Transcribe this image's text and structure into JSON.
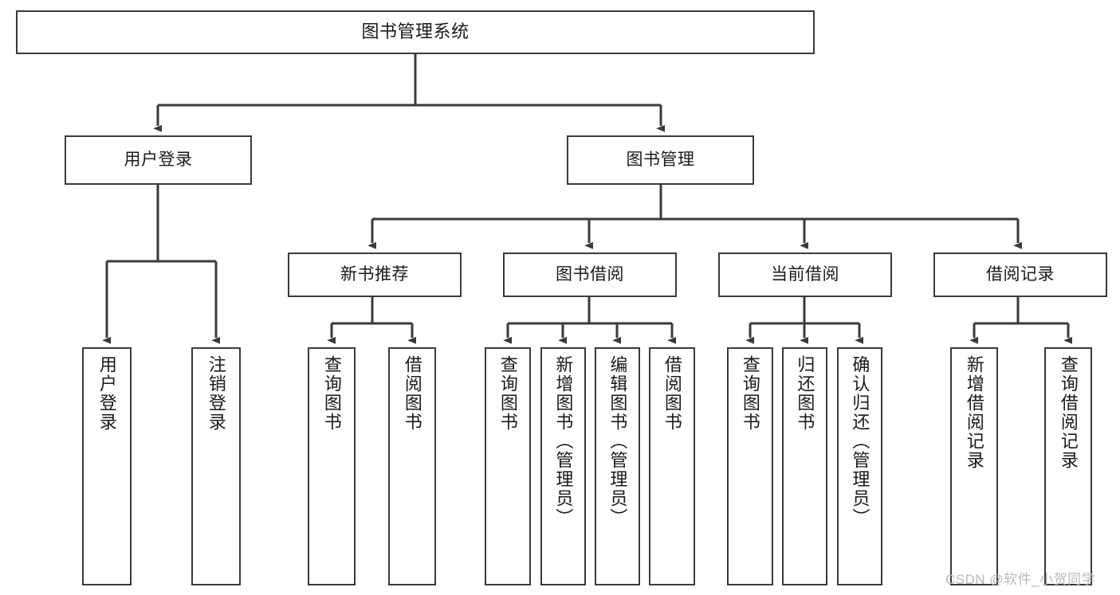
{
  "diagram": {
    "title": "图书管理系统",
    "type": "functional-structure-tree",
    "colors": {
      "box_border": "#3a3a3a",
      "box_fill": "#ffffff",
      "edge": "#3a3a3a",
      "text": "#1a1a1a",
      "watermark": "#b9b9b9"
    },
    "levels": {
      "level0": [
        {
          "id": "root",
          "label": "图书管理系统",
          "orientation": "horizontal"
        }
      ],
      "level1": [
        {
          "id": "user-login",
          "label": "用户登录",
          "orientation": "horizontal"
        },
        {
          "id": "book-manage",
          "label": "图书管理",
          "orientation": "horizontal"
        }
      ],
      "level2": [
        {
          "id": "new-book-recommend",
          "label": "新书推荐",
          "orientation": "horizontal",
          "parent": "book-manage"
        },
        {
          "id": "book-borrow",
          "label": "图书借阅",
          "orientation": "horizontal",
          "parent": "book-manage"
        },
        {
          "id": "current-borrow",
          "label": "当前借阅",
          "orientation": "horizontal",
          "parent": "book-manage"
        },
        {
          "id": "borrow-record",
          "label": "借阅记录",
          "orientation": "horizontal",
          "parent": "book-manage"
        }
      ],
      "level3": [
        {
          "id": "leaf-user-login",
          "label": "用户登录",
          "orientation": "vertical",
          "parent": "user-login"
        },
        {
          "id": "leaf-user-logout",
          "label": "注销登录",
          "orientation": "vertical",
          "parent": "user-login"
        },
        {
          "id": "leaf-query-book-1",
          "label": "查询图书",
          "orientation": "vertical",
          "parent": "new-book-recommend"
        },
        {
          "id": "leaf-borrow-book-1",
          "label": "借阅图书",
          "orientation": "vertical",
          "parent": "new-book-recommend"
        },
        {
          "id": "leaf-query-book-2",
          "label": "查询图书",
          "orientation": "vertical",
          "parent": "book-borrow"
        },
        {
          "id": "leaf-add-book",
          "label": "新增图书（管理员）",
          "orientation": "vertical",
          "parent": "book-borrow"
        },
        {
          "id": "leaf-edit-book",
          "label": "编辑图书（管理员）",
          "orientation": "vertical",
          "parent": "book-borrow"
        },
        {
          "id": "leaf-borrow-book-2",
          "label": "借阅图书",
          "orientation": "vertical",
          "parent": "book-borrow"
        },
        {
          "id": "leaf-query-book-3",
          "label": "查询图书",
          "orientation": "vertical",
          "parent": "current-borrow"
        },
        {
          "id": "leaf-return-book",
          "label": "归还图书",
          "orientation": "vertical",
          "parent": "current-borrow"
        },
        {
          "id": "leaf-confirm-return",
          "label": "确认归还（管理员）",
          "orientation": "vertical",
          "parent": "current-borrow"
        },
        {
          "id": "leaf-add-record",
          "label": "新增借阅记录",
          "orientation": "vertical",
          "parent": "borrow-record"
        },
        {
          "id": "leaf-query-record",
          "label": "查询借阅记录",
          "orientation": "vertical",
          "parent": "borrow-record"
        }
      ]
    }
  },
  "watermark": {
    "text": "CSDN @软件_小贺同学"
  }
}
